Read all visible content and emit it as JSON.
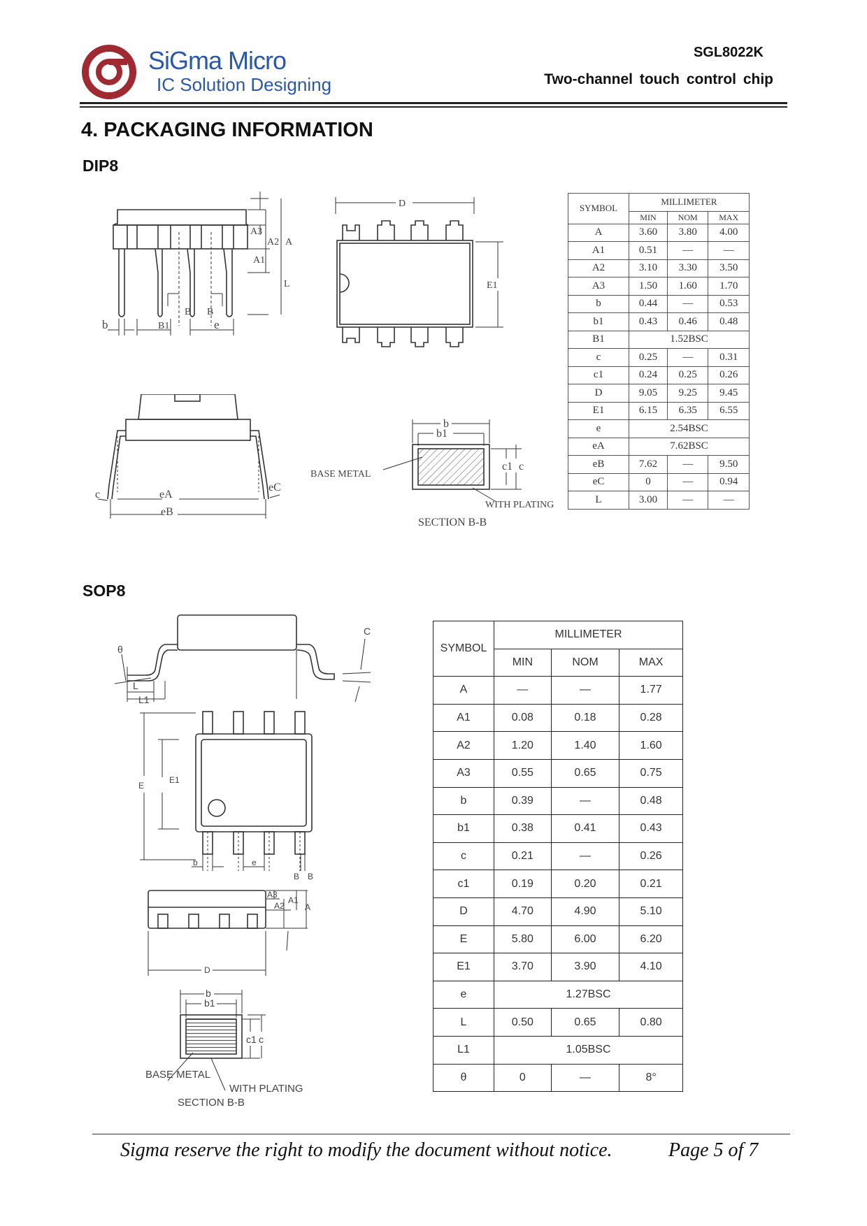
{
  "header": {
    "company_name": "SiGma Micro",
    "company_tagline": "IC Solution Designing",
    "part_number": "SGL8022K",
    "doc_title": "Two-channel touch control chip",
    "brand_color": "#a02a32",
    "text_color": "#2b58a8"
  },
  "section_title": "4.  PACKAGING INFORMATION",
  "dip8": {
    "title": "DIP8",
    "drawing_labels": {
      "A3": "A3",
      "A2": "A2",
      "A": "A",
      "A1": "A1",
      "L": "L",
      "b": "b",
      "B1": "B1",
      "B_left": "B",
      "B_right": "B",
      "e": "e",
      "D": "D",
      "E1": "E1",
      "c": "c",
      "eA": "eA",
      "eB": "eB",
      "eC": "eC",
      "sec_b": "b",
      "sec_b1": "b1",
      "sec_c1": "c1",
      "sec_c": "c",
      "base_metal": "BASE METAL",
      "with_plating": "WITH PLATING",
      "section": "SECTION B-B"
    },
    "table": {
      "symbol_header": "SYMBOL",
      "unit_header": "MILLIMETER",
      "col_headers": [
        "MIN",
        "NOM",
        "MAX"
      ],
      "rows": [
        {
          "symbol": "A",
          "min": "3.60",
          "nom": "3.80",
          "max": "4.00"
        },
        {
          "symbol": "A1",
          "min": "0.51",
          "nom": "—",
          "max": "—"
        },
        {
          "symbol": "A2",
          "min": "3.10",
          "nom": "3.30",
          "max": "3.50"
        },
        {
          "symbol": "A3",
          "min": "1.50",
          "nom": "1.60",
          "max": "1.70"
        },
        {
          "symbol": "b",
          "min": "0.44",
          "nom": "—",
          "max": "0.53"
        },
        {
          "symbol": "b1",
          "min": "0.43",
          "nom": "0.46",
          "max": "0.48"
        },
        {
          "symbol": "B1",
          "span": "1.52BSC"
        },
        {
          "symbol": "c",
          "min": "0.25",
          "nom": "—",
          "max": "0.31"
        },
        {
          "symbol": "c1",
          "min": "0.24",
          "nom": "0.25",
          "max": "0.26"
        },
        {
          "symbol": "D",
          "min": "9.05",
          "nom": "9.25",
          "max": "9.45"
        },
        {
          "symbol": "E1",
          "min": "6.15",
          "nom": "6.35",
          "max": "6.55"
        },
        {
          "symbol": "e",
          "span": "2.54BSC"
        },
        {
          "symbol": "eA",
          "span": "7.62BSC"
        },
        {
          "symbol": "eB",
          "min": "7.62",
          "nom": "—",
          "max": "9.50"
        },
        {
          "symbol": "eC",
          "min": "0",
          "nom": "—",
          "max": "0.94"
        },
        {
          "symbol": "L",
          "min": "3.00",
          "nom": "—",
          "max": "—"
        }
      ]
    }
  },
  "sop8": {
    "title": "SOP8",
    "drawing_labels": {
      "theta": "θ",
      "C": "C",
      "L": "L",
      "L1": "L1",
      "E": "E",
      "E1": "E1",
      "b": "b",
      "e": "e",
      "B_left": "B",
      "B_right": "B",
      "A3": "A3",
      "A2": "A2",
      "A1": "A1",
      "A": "A",
      "D": "D",
      "sec_b": "b",
      "sec_b1": "b1",
      "sec_c1": "c1",
      "sec_c": "c",
      "base_metal": "BASE METAL",
      "with_plating": "WITH PLATING",
      "section": "SECTION B-B"
    },
    "table": {
      "symbol_header": "SYMBOL",
      "unit_header": "MILLIMETER",
      "col_headers": [
        "MIN",
        "NOM",
        "MAX"
      ],
      "rows": [
        {
          "symbol": "A",
          "min": "—",
          "nom": "—",
          "max": "1.77"
        },
        {
          "symbol": "A1",
          "min": "0.08",
          "nom": "0.18",
          "max": "0.28"
        },
        {
          "symbol": "A2",
          "min": "1.20",
          "nom": "1.40",
          "max": "1.60"
        },
        {
          "symbol": "A3",
          "min": "0.55",
          "nom": "0.65",
          "max": "0.75"
        },
        {
          "symbol": "b",
          "min": "0.39",
          "nom": "—",
          "max": "0.48"
        },
        {
          "symbol": "b1",
          "min": "0.38",
          "nom": "0.41",
          "max": "0.43"
        },
        {
          "symbol": "c",
          "min": "0.21",
          "nom": "—",
          "max": "0.26"
        },
        {
          "symbol": "c1",
          "min": "0.19",
          "nom": "0.20",
          "max": "0.21"
        },
        {
          "symbol": "D",
          "min": "4.70",
          "nom": "4.90",
          "max": "5.10"
        },
        {
          "symbol": "E",
          "min": "5.80",
          "nom": "6.00",
          "max": "6.20"
        },
        {
          "symbol": "E1",
          "min": "3.70",
          "nom": "3.90",
          "max": "4.10"
        },
        {
          "symbol": "e",
          "span": "1.27BSC"
        },
        {
          "symbol": "L",
          "min": "0.50",
          "nom": "0.65",
          "max": "0.80"
        },
        {
          "symbol": "L1",
          "span": "1.05BSC"
        },
        {
          "symbol": "θ",
          "min": "0",
          "nom": "—",
          "max": "8°"
        }
      ]
    }
  },
  "footer": {
    "note": "Sigma reserve the right to modify the document without notice.",
    "page": "Page 5 of 7"
  }
}
